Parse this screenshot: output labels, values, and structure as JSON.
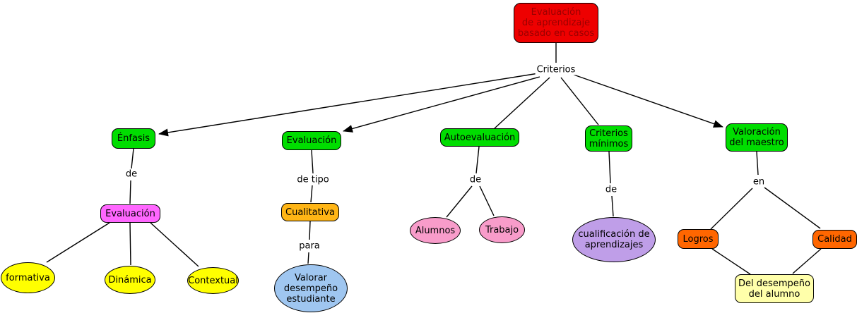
{
  "colors": {
    "root_fill": "#ee0000",
    "root_text": "#990000",
    "concept_green": "#00dd00",
    "magenta": "#ff66ff",
    "yellow": "#ffff00",
    "amber": "#ffb515",
    "light_blue": "#9fc6f0",
    "pink": "#f89cca",
    "purple": "#bf9ee8",
    "orange": "#ff6600",
    "light_yellow": "#ffffaa",
    "line": "#000000"
  },
  "nodes": {
    "root": "Evaluación\nde aprendizaje\nbasado en casos",
    "enfasis": "Énfasis",
    "evaluacion_enfasis": "Evaluación",
    "formativa": "formativa",
    "dinamica": "Dinámica",
    "contextual": "Contextual",
    "evaluacion_tipo": "Evaluación",
    "cualitativa": "Cualitativa",
    "valorar": "Valorar\ndesempeño\nestudiante",
    "autoevaluacion": "Autoevaluación",
    "alumnos": "Alumnos",
    "trabajo": "Trabajo",
    "criterios_minimos": "Criterios\nmínimos",
    "cualificacion": "cualificación de\naprendizajes",
    "valoracion_maestro": "Valoración\ndel maestro",
    "logros": "Logros",
    "calidad": "Calidad",
    "del_desempeno": "Del desempeño\ndel alumno"
  },
  "labels": {
    "criterios": "Criterios",
    "de_enfasis": "de",
    "de_tipo": "de tipo",
    "para": "para",
    "de_autoevaluacion": "de",
    "de_criterios_minimos": "de",
    "en": "en"
  }
}
